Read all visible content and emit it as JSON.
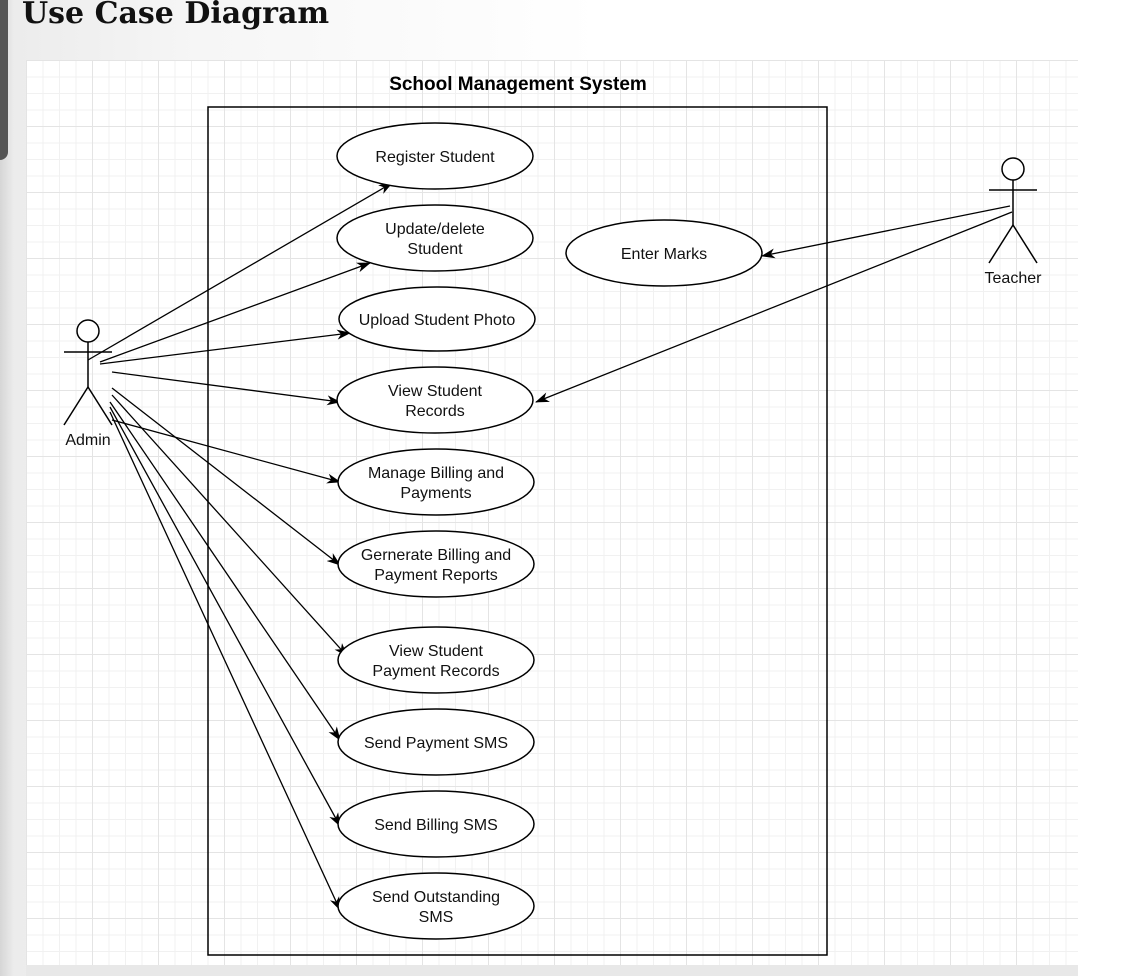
{
  "heading": "Use Case Diagram",
  "system": {
    "title": "School Management System"
  },
  "actors": [
    {
      "id": "admin",
      "name": "Admin"
    },
    {
      "id": "teacher",
      "name": "Teacher"
    }
  ],
  "use_cases": [
    {
      "id": "register-student",
      "lines": [
        "Register Student"
      ]
    },
    {
      "id": "update-delete-student",
      "lines": [
        "Update/delete",
        "Student"
      ]
    },
    {
      "id": "upload-student-photo",
      "lines": [
        "Upload Student Photo"
      ]
    },
    {
      "id": "view-student-records",
      "lines": [
        "View Student",
        "Records"
      ]
    },
    {
      "id": "manage-billing-payments",
      "lines": [
        "Manage Billing and",
        "Payments"
      ]
    },
    {
      "id": "generate-billing-payment-reports",
      "lines": [
        "Gernerate Billing and",
        "Payment Reports"
      ]
    },
    {
      "id": "view-student-payment-records",
      "lines": [
        "View Student",
        "Payment Records"
      ]
    },
    {
      "id": "send-payment-sms",
      "lines": [
        "Send Payment SMS"
      ]
    },
    {
      "id": "send-billing-sms",
      "lines": [
        "Send Billing SMS"
      ]
    },
    {
      "id": "send-outstanding-sms",
      "lines": [
        "Send Outstanding",
        "SMS"
      ]
    },
    {
      "id": "enter-marks",
      "lines": [
        "Enter Marks"
      ]
    }
  ],
  "associations": [
    {
      "from": "admin",
      "to": "register-student"
    },
    {
      "from": "admin",
      "to": "update-delete-student"
    },
    {
      "from": "admin",
      "to": "upload-student-photo"
    },
    {
      "from": "admin",
      "to": "view-student-records"
    },
    {
      "from": "admin",
      "to": "manage-billing-payments"
    },
    {
      "from": "admin",
      "to": "generate-billing-payment-reports"
    },
    {
      "from": "admin",
      "to": "view-student-payment-records"
    },
    {
      "from": "admin",
      "to": "send-payment-sms"
    },
    {
      "from": "admin",
      "to": "send-billing-sms"
    },
    {
      "from": "admin",
      "to": "send-outstanding-sms"
    },
    {
      "from": "teacher",
      "to": "enter-marks"
    },
    {
      "from": "teacher",
      "to": "view-student-records"
    }
  ]
}
